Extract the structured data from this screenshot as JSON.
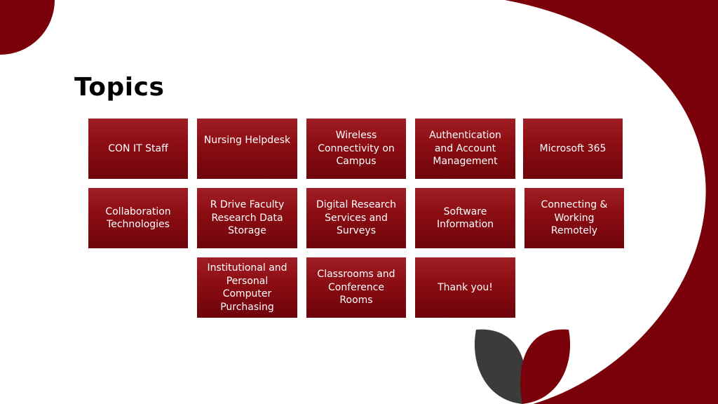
{
  "slide": {
    "title": "Topics",
    "colors": {
      "accent": "#7a0009",
      "tile_top": "#a01e25",
      "tile_bottom": "#6e040b",
      "leaf_dark": "#3b3b3b"
    }
  },
  "tiles": [
    {
      "label": "CON IT Staff"
    },
    {
      "label": "Nursing Helpdesk"
    },
    {
      "label": "Wireless Connectivity on Campus"
    },
    {
      "label": "Authentication and Account Management"
    },
    {
      "label": "Microsoft 365"
    },
    {
      "label": "Collaboration Technologies"
    },
    {
      "label": "R Drive Faculty Research Data Storage"
    },
    {
      "label": "Digital Research Services and Surveys"
    },
    {
      "label": "Software Information"
    },
    {
      "label": "Connecting & Working Remotely"
    },
    {
      "label": "Institutional and Personal Computer Purchasing"
    },
    {
      "label": "Classrooms and Conference Rooms"
    },
    {
      "label": "Thank you!"
    }
  ]
}
